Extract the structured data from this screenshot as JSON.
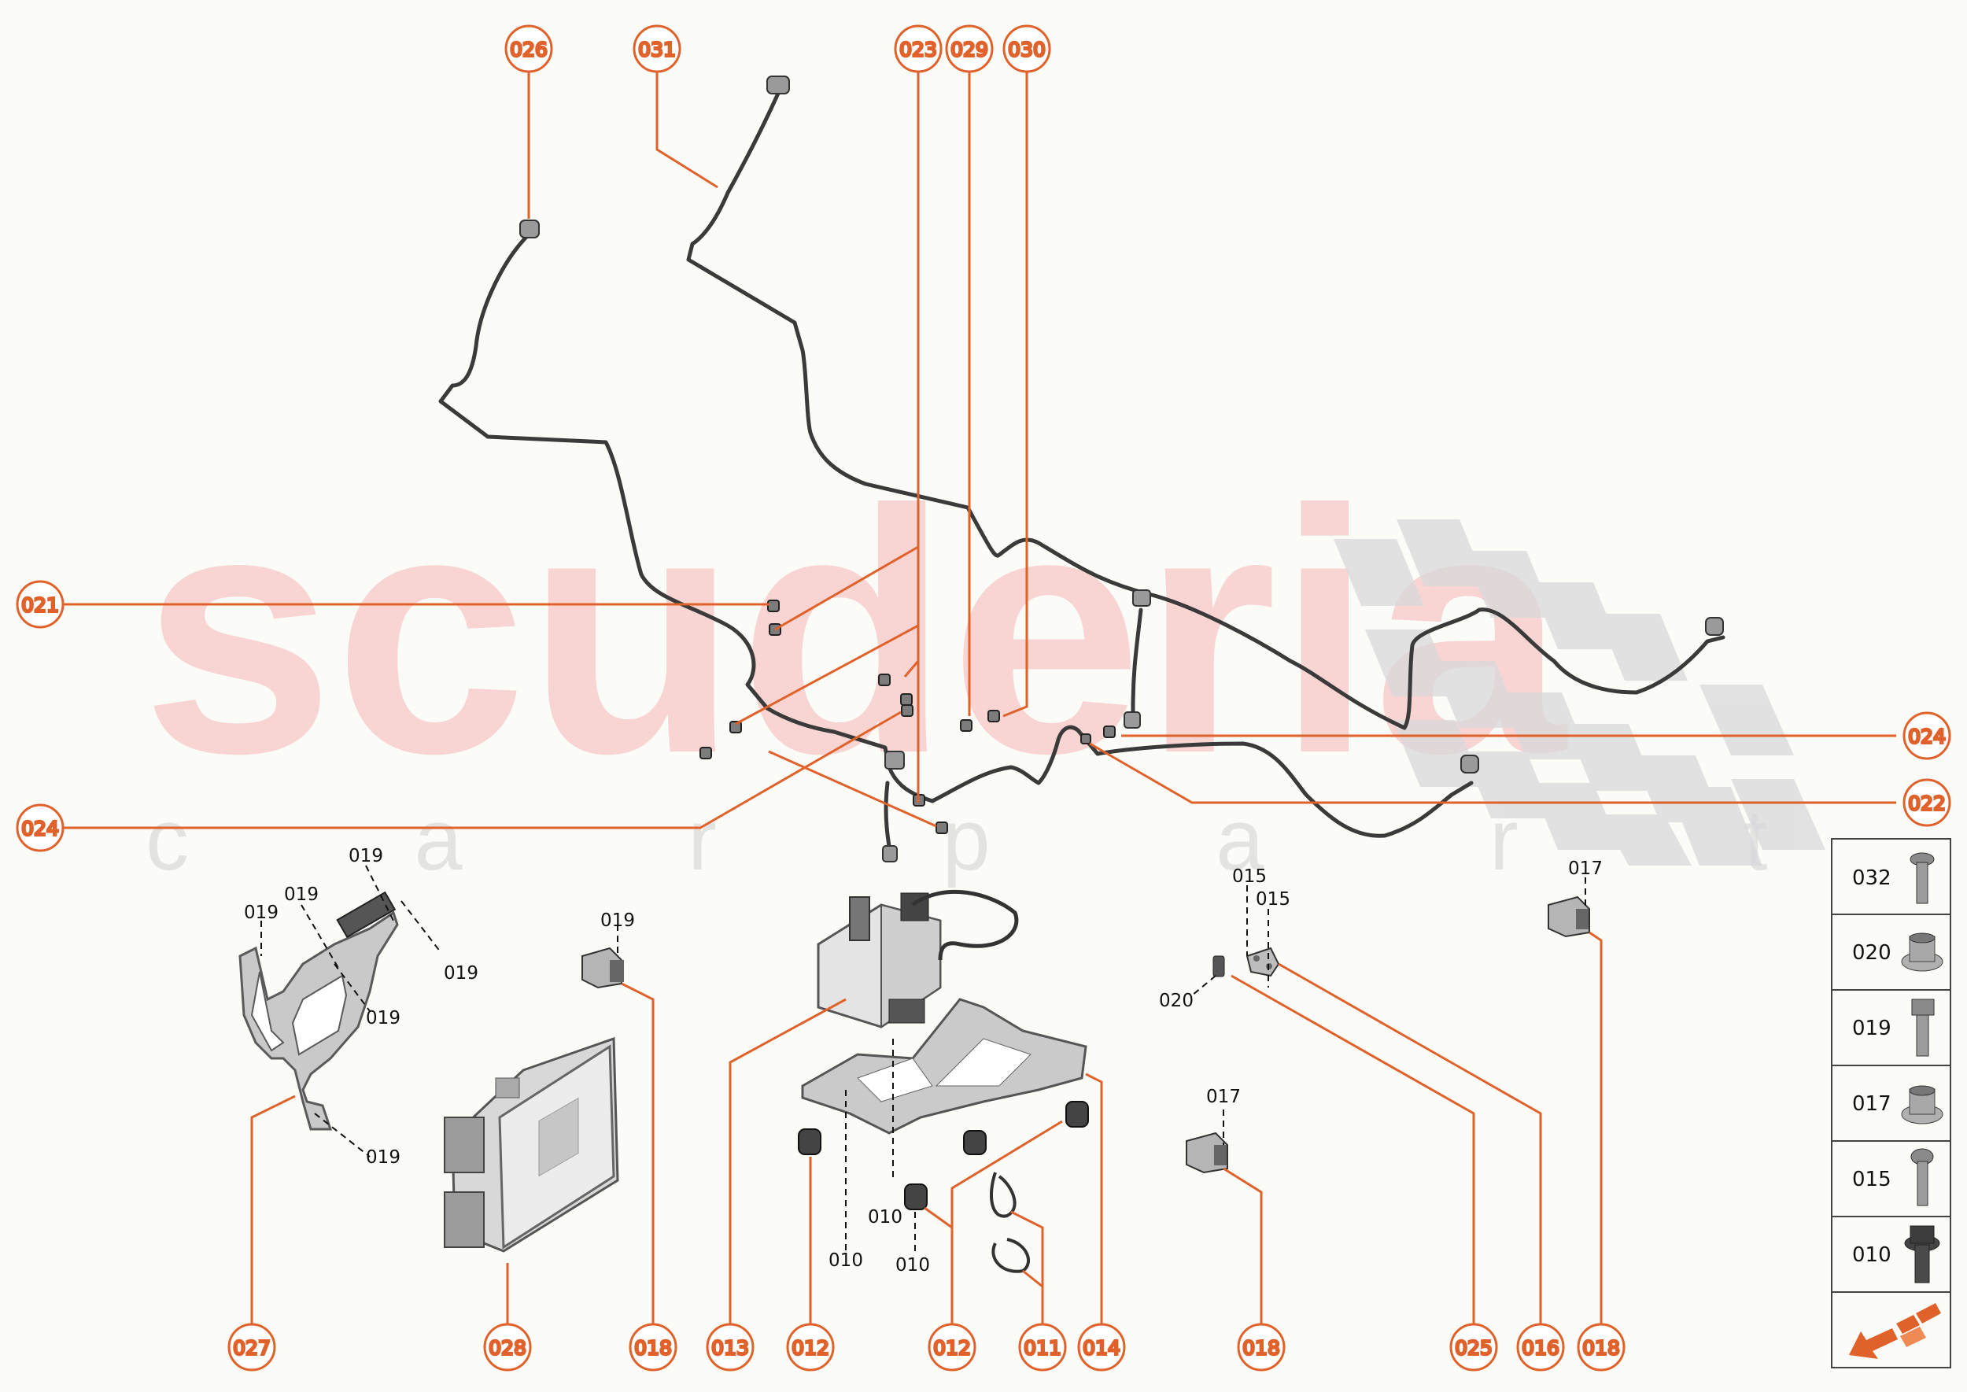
{
  "watermark": {
    "brand": "scuderia",
    "tagline": "c a r p a r t s"
  },
  "colors": {
    "accent": "#e0622a",
    "pipe": "#3a3a3a",
    "part": "#bdbdbd",
    "partDark": "#6d6d6d",
    "background": "#fbfbf7"
  },
  "callouts": [
    {
      "id": "c026",
      "label": "026"
    },
    {
      "id": "c031",
      "label": "031"
    },
    {
      "id": "c023",
      "label": "023"
    },
    {
      "id": "c029",
      "label": "029"
    },
    {
      "id": "c030",
      "label": "030"
    },
    {
      "id": "c021",
      "label": "021"
    },
    {
      "id": "c024a",
      "label": "024"
    },
    {
      "id": "c024b",
      "label": "024"
    },
    {
      "id": "c022",
      "label": "022"
    },
    {
      "id": "c027",
      "label": "027"
    },
    {
      "id": "c028",
      "label": "028"
    },
    {
      "id": "c018a",
      "label": "018"
    },
    {
      "id": "c013",
      "label": "013"
    },
    {
      "id": "c012a",
      "label": "012"
    },
    {
      "id": "c012b",
      "label": "012"
    },
    {
      "id": "c011",
      "label": "011"
    },
    {
      "id": "c014",
      "label": "014"
    },
    {
      "id": "c018b",
      "label": "018"
    },
    {
      "id": "c025",
      "label": "025"
    },
    {
      "id": "c016",
      "label": "016"
    },
    {
      "id": "c018c",
      "label": "018"
    }
  ],
  "small_labels": [
    {
      "id": "s019a",
      "label": "019"
    },
    {
      "id": "s019b",
      "label": "019"
    },
    {
      "id": "s019c",
      "label": "019"
    },
    {
      "id": "s019d",
      "label": "019"
    },
    {
      "id": "s019e",
      "label": "019"
    },
    {
      "id": "s019f",
      "label": "019"
    },
    {
      "id": "s019g",
      "label": "019"
    },
    {
      "id": "s015a",
      "label": "015"
    },
    {
      "id": "s015b",
      "label": "015"
    },
    {
      "id": "s020",
      "label": "020"
    },
    {
      "id": "s017a",
      "label": "017"
    },
    {
      "id": "s017b",
      "label": "017"
    },
    {
      "id": "s010a",
      "label": "010"
    },
    {
      "id": "s010b",
      "label": "010"
    },
    {
      "id": "s010c",
      "label": "010"
    }
  ],
  "legend": [
    {
      "label": "032",
      "icon": "flanged-bolt-icon"
    },
    {
      "label": "020",
      "icon": "flange-nut-icon"
    },
    {
      "label": "019",
      "icon": "hex-bolt-icon"
    },
    {
      "label": "017",
      "icon": "flange-nut-icon"
    },
    {
      "label": "015",
      "icon": "round-head-bolt-icon"
    },
    {
      "label": "010",
      "icon": "hex-flange-bolt-icon"
    }
  ],
  "legend_footer_icon": "direction-arrow-icon"
}
